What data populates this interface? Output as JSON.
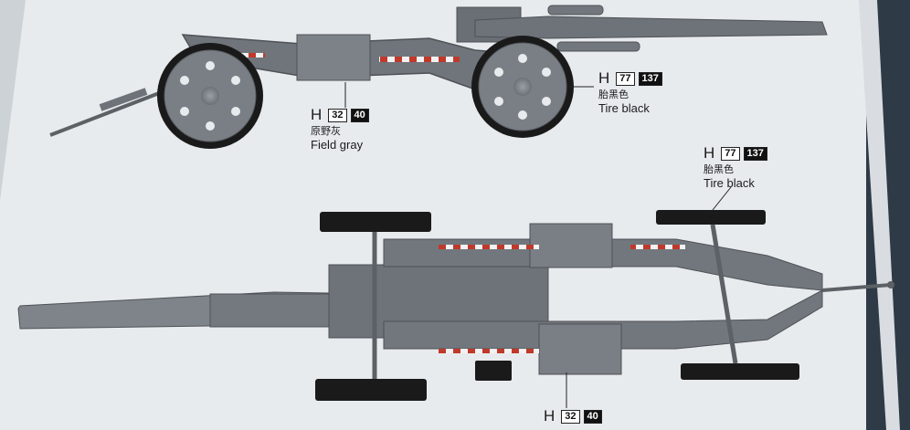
{
  "callouts": {
    "side_gray": {
      "letter": "H",
      "num": "32",
      "code": "40",
      "cn": "原野灰",
      "en": "Field gray"
    },
    "side_tire": {
      "letter": "H",
      "num": "77",
      "code": "137",
      "cn": "胎黑色",
      "en": "Tire black"
    },
    "top_tire": {
      "letter": "H",
      "num": "77",
      "code": "137",
      "cn": "胎黑色",
      "en": "Tire black"
    },
    "top_gray": {
      "letter": "H",
      "num": "32",
      "code": "40"
    }
  },
  "colors": {
    "paper": "#e8ebee",
    "field_gray": "#7a7f85",
    "gun_dark": "#5d6166",
    "tire_black": "#1a1a1a",
    "accent_red": "#c0392b",
    "accent_white": "#f2f2f2"
  }
}
